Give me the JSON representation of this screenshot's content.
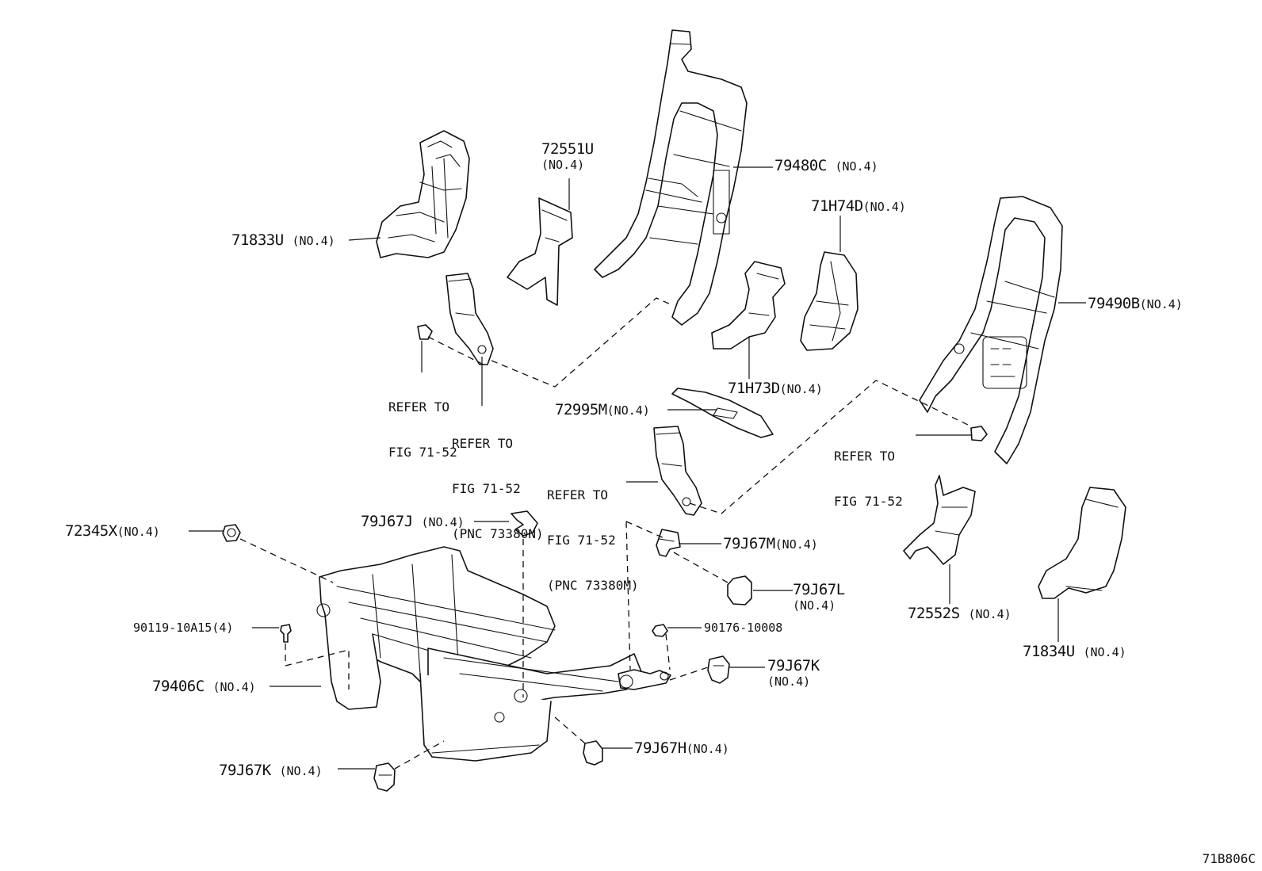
{
  "figure_id": "71B806C",
  "callouts": [
    {
      "id": "c1",
      "part": "71833U",
      "qty": "(NO.4)"
    },
    {
      "id": "c2",
      "part": "72551U",
      "qty": "(NO.4)"
    },
    {
      "id": "c3",
      "part": "79480C",
      "qty": "(NO.4)"
    },
    {
      "id": "c4",
      "part": "71H74D",
      "qty": "(NO.4)"
    },
    {
      "id": "c5",
      "part": "79490B",
      "qty": "(NO.4)"
    },
    {
      "id": "c6",
      "part": "71H73D",
      "qty": "(NO.4)"
    },
    {
      "id": "c7",
      "part": "72995M",
      "qty": "(NO.4)"
    },
    {
      "id": "c8",
      "part": "72345X",
      "qty": "(NO.4)"
    },
    {
      "id": "c9",
      "part": "79J67J",
      "qty": "(NO.4)"
    },
    {
      "id": "c10",
      "part": "79J67M",
      "qty": "(NO.4)"
    },
    {
      "id": "c11",
      "part": "79J67L",
      "qty": "(NO.4)"
    },
    {
      "id": "c12",
      "part": "90119-10A15(4)",
      "qty": ""
    },
    {
      "id": "c13",
      "part": "90176-10008",
      "qty": ""
    },
    {
      "id": "c14",
      "part": "79J67K",
      "qty": "(NO.4)"
    },
    {
      "id": "c15",
      "part": "79406C",
      "qty": "(NO.4)"
    },
    {
      "id": "c16",
      "part": "79J67H",
      "qty": "(NO.4)"
    },
    {
      "id": "c17",
      "part": "79J67K",
      "qty": "(NO.4)"
    },
    {
      "id": "c18",
      "part": "72552S",
      "qty": "(NO.4)"
    },
    {
      "id": "c19",
      "part": "71834U",
      "qty": "(NO.4)"
    }
  ],
  "references": [
    {
      "id": "r1",
      "lines": [
        "REFER TO",
        "FIG 71-52"
      ]
    },
    {
      "id": "r2",
      "lines": [
        "REFER TO",
        "FIG 71-52",
        "(PNC 73380N)"
      ]
    },
    {
      "id": "r3",
      "lines": [
        "REFER TO",
        "FIG 71-52",
        "(PNC 73380M)"
      ]
    },
    {
      "id": "r4",
      "lines": [
        "REFER TO",
        "FIG 71-52"
      ]
    }
  ]
}
